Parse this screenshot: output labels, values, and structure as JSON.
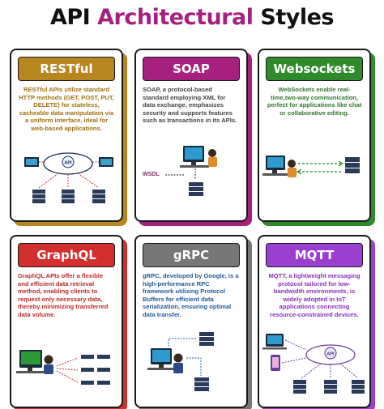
{
  "title": {
    "main": "API",
    "accent": "Architectural",
    "end": "Styles"
  },
  "colors": {
    "restful": "#b8861f",
    "soap": "#a6217e",
    "websockets": "#2f8a2c",
    "graphql": "#d32f2f",
    "grpc": "#777777",
    "mqtt": "#9b3fd0"
  },
  "cards": {
    "restful": {
      "title": "RESTful",
      "description": "RESTful APIs utilize standard HTTP methods (GET, POST, PUT, DELETE) for stateless, cacheable data manipulation via a uniform interface, ideal for web-based applications.",
      "hub_label": "API"
    },
    "soap": {
      "title": "SOAP",
      "description": "SOAP, a protocol-based standard employing XML for data exchange, emphasizes security and supports features such as transactions in its APIs.",
      "wsdl_label": "WSDL"
    },
    "websockets": {
      "title": "Websockets",
      "description": "WebSockets enable real-time,two-way communication, perfect for applications like chat or collaborative editing."
    },
    "graphql": {
      "title": "GraphQL",
      "description": "GraphQL APIs offer a flexible and efficient data retrieval method, enabling clients to request only necessary data, thereby minimizing transferred data volume."
    },
    "grpc": {
      "title": "gRPC",
      "description": "gRPC, developed by Google, is a high-performance RPC framework utilizing Protocol Buffers for efficient data serialization, ensuring optimal data transfer."
    },
    "mqtt": {
      "title": "MQTT",
      "description": "MQTT, a lightweight messaging protocol tailored for low-bandwidth environments, is widely adopted in IoT applications connecting resource-constrained devices.",
      "hub_label": "API"
    }
  }
}
